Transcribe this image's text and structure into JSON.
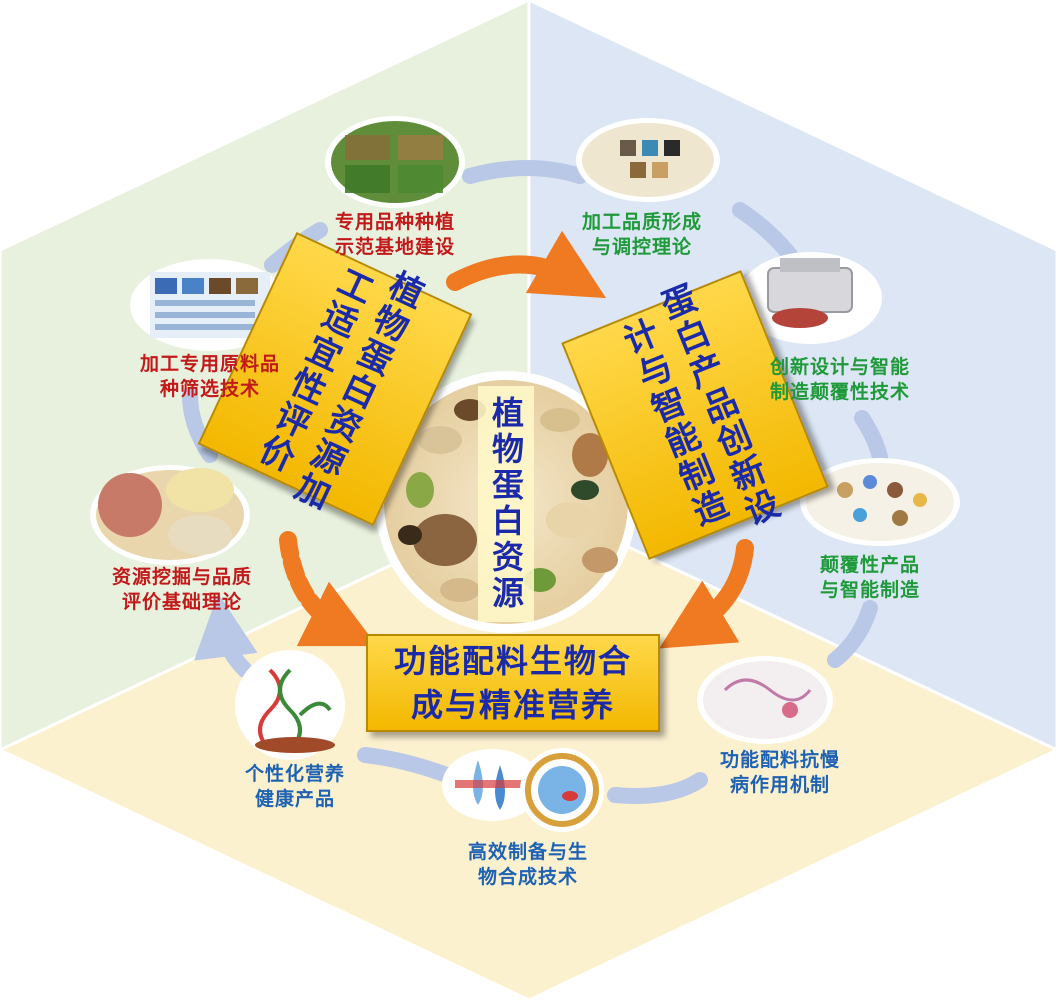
{
  "center": {
    "title": "植物蛋白资源"
  },
  "themes": [
    {
      "text": "植物蛋白资源加\n工适宜性评价",
      "color": "#e8f1de"
    },
    {
      "text": "蛋白产品创新设\n计与智能制造",
      "color": "#dce6f4"
    },
    {
      "text": "功能配料生物合\n成与精准营养",
      "color": "#fcf1cf"
    }
  ],
  "nodes": [
    {
      "text": "专用品种种植\n示范基地建设",
      "color": "#c21a1a"
    },
    {
      "text": "加工专用原料品\n种筛选技术",
      "color": "#c21a1a"
    },
    {
      "text": "资源挖掘与品质\n评价基础理论",
      "color": "#c21a1a"
    },
    {
      "text": "加工品质形成\n与调控理论",
      "color": "#1f9a3a"
    },
    {
      "text": "创新设计与智能\n制造颠覆性技术",
      "color": "#1f9a3a"
    },
    {
      "text": "颠覆性产品\n与智能制造",
      "color": "#1f9a3a"
    },
    {
      "text": "功能配料抗慢\n病作用机制",
      "color": "#1e62b4"
    },
    {
      "text": "高效制备与生\n物合成技术",
      "color": "#1e62b4"
    },
    {
      "text": "个性化营养\n健康产品",
      "color": "#1e62b4"
    }
  ],
  "colors": {
    "cycle_ring": "#b9c8e6",
    "arrow": "#ef7a22",
    "box": "#f7c81c",
    "box_text": "#1a2aa8"
  },
  "icons": [
    "nut-mixture-image",
    "field-photo",
    "dna-plant-icon",
    "printer-meat-icon",
    "droplet-icon",
    "membrane-icon"
  ]
}
